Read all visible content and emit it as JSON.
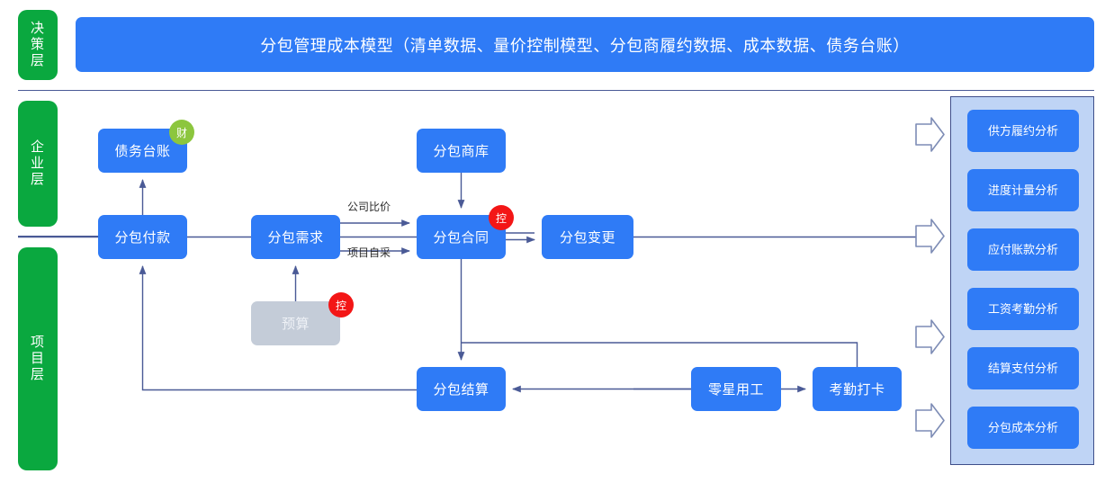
{
  "header": {
    "title": "分包管理成本模型（清单数据、量价控制模型、分包商履约数据、成本数据、债务台账）"
  },
  "layers": [
    {
      "key": "decision",
      "label": "决策层"
    },
    {
      "key": "enterprise",
      "label": "企业层"
    },
    {
      "key": "project",
      "label": "项目层"
    }
  ],
  "nodes": {
    "debt": "债务台账",
    "pay": "分包付款",
    "demand": "分包需求",
    "budget": "预算",
    "vendor": "分包商库",
    "contract": "分包合同",
    "change": "分包变更",
    "settle": "分包结算",
    "labor": "零星用工",
    "attend": "考勤打卡"
  },
  "badges": {
    "debt": "财",
    "contract": "控",
    "budget": "控"
  },
  "edge_labels": {
    "company_bid": "公司比价",
    "project_selfbuy": "项目自采"
  },
  "analysis": {
    "items": [
      {
        "label": "供方履约分析"
      },
      {
        "label": "进度计量分析"
      },
      {
        "label": "应付账款分析"
      },
      {
        "label": "工资考勤分析"
      },
      {
        "label": "结算支付分析"
      },
      {
        "label": "分包成本分析"
      }
    ]
  },
  "colors": {
    "node_blue": "#2f7bf6",
    "layer_green": "#0aa83f",
    "badge_green": "#8cc63e",
    "badge_red": "#f31616",
    "panel_blue": "#bfd4f5",
    "connector": "#4a5a96",
    "muted_gray": "#c4ccd8"
  }
}
